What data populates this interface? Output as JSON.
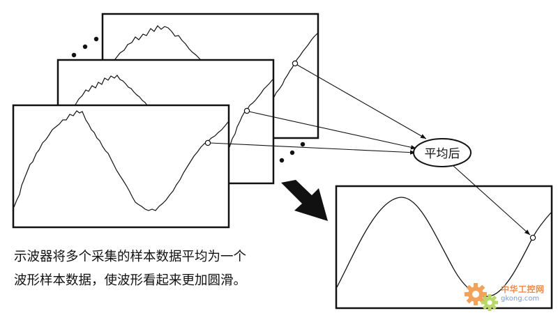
{
  "diagram": {
    "average_label": "平均后"
  },
  "caption": {
    "line1": "示波器将多个采集的样本数据平均为一个",
    "line2": "波形样本数据，使波形看起来更加圆滑。"
  },
  "watermark": {
    "site_name": "中华工控网",
    "url": "gkong.com"
  },
  "icons": {
    "watermark_logo": "gear-icon",
    "flow_arrow": "big-arrow-icon"
  }
}
